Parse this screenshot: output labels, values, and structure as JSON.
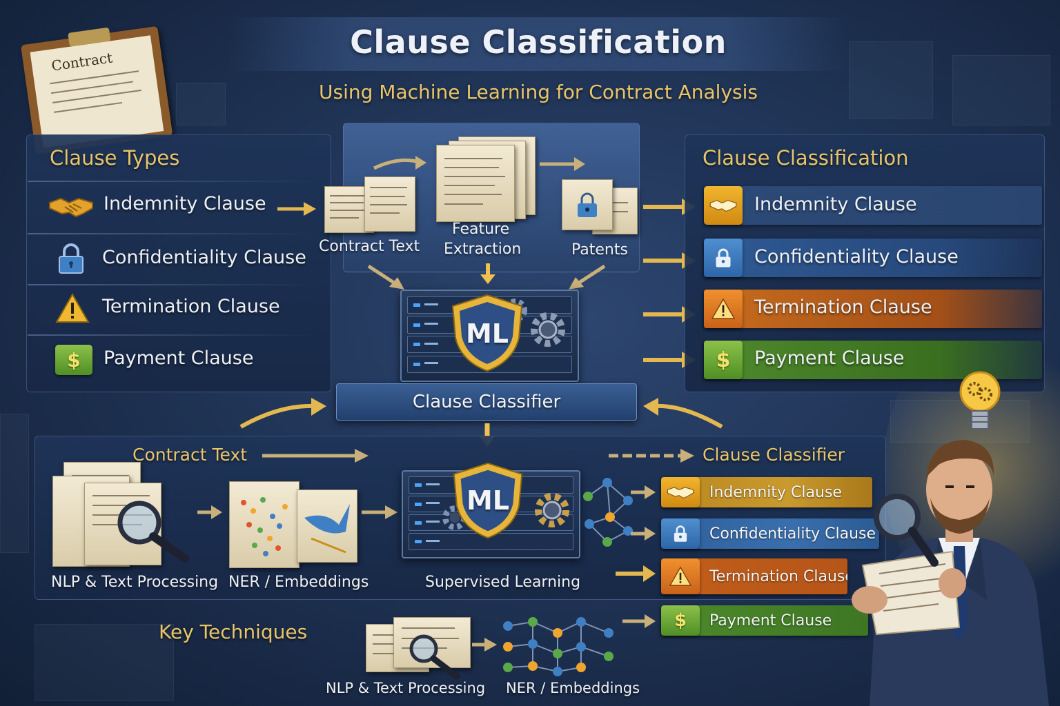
{
  "title": "Clause Classification",
  "subtitle": "Using Machine Learning for Contract Analysis",
  "clipboard": {
    "label": "Contract"
  },
  "left_panel": {
    "heading": "Clause Types",
    "items": [
      {
        "label": "Indemnity Clause",
        "icon": "handshake-icon"
      },
      {
        "label": "Confidentiality Clause",
        "icon": "lock-icon"
      },
      {
        "label": "Termination Clause",
        "icon": "warning-icon"
      },
      {
        "label": "Payment Clause",
        "icon": "dollar-icon"
      }
    ]
  },
  "pipeline_top": {
    "contract_text": "Contract Text",
    "feature_extraction_line1": "Feature",
    "feature_extraction_line2": "Extraction",
    "patents": "Patents",
    "ml_badge": "ML",
    "classifier": "Clause Classifier"
  },
  "right_panel": {
    "heading": "Clause Classification",
    "items": [
      {
        "label": "Indemnity Clause",
        "color": "#f1b52e"
      },
      {
        "label": "Confidentiality Clause",
        "color": "#4f8fd0"
      },
      {
        "label": "Termination Clause",
        "color": "#f0902e"
      },
      {
        "label": "Payment Clause",
        "color": "#8cc14a"
      }
    ]
  },
  "lower": {
    "contract_text": "Contract Text",
    "clause_classifier": "Clause Classifier",
    "nlp": "NLP & Text Processing",
    "ner": "NER / Embeddings",
    "supervised": "Supervised Learning",
    "ml_badge": "ML",
    "outputs": [
      {
        "label": "Indemnity Clause"
      },
      {
        "label": "Confidentiality Clause"
      },
      {
        "label": "Termination Clause"
      },
      {
        "label": "Payment Clause"
      }
    ]
  },
  "techniques": {
    "heading": "Key Techniques",
    "nlp": "NLP & Text Processing",
    "ner": "NER / Embeddings"
  },
  "colors": {
    "accent_gold": "#e9c56a",
    "background": "#1d3050",
    "indemnity": "#f1b52e",
    "confidentiality": "#4f8fd0",
    "termination": "#f0902e",
    "payment": "#8cc14a"
  }
}
